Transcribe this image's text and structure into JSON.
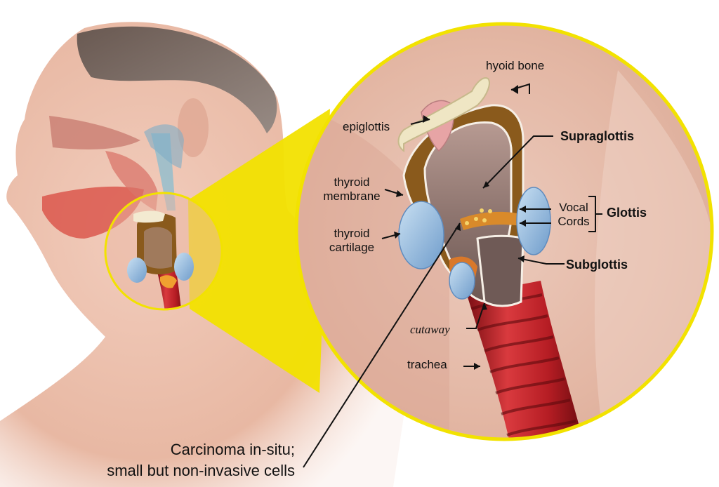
{
  "labels": {
    "hyoid_bone": "hyoid bone",
    "epiglottis": "epiglottis",
    "supraglottis": "Supraglottis",
    "thyroid_membrane_1": "thyroid",
    "thyroid_membrane_2": "membrane",
    "vocal_cords_1": "Vocal",
    "vocal_cords_2": "Cords",
    "glottis": "Glottis",
    "thyroid_cartilage_1": "thyroid",
    "thyroid_cartilage_2": "cartilage",
    "subglottis": "Subglottis",
    "cutaway": "cutaway",
    "trachea": "trachea",
    "carcinoma_1": "Carcinoma in-situ;",
    "carcinoma_2": "small but non-invasive cells"
  },
  "colors": {
    "highlight_ring": "#f2e200",
    "skin": "#e9b9a3",
    "trachea": "#c8262c",
    "cartilage_blue": "#9fc3e3",
    "laryngeal_brown": "#8a5a1c"
  }
}
